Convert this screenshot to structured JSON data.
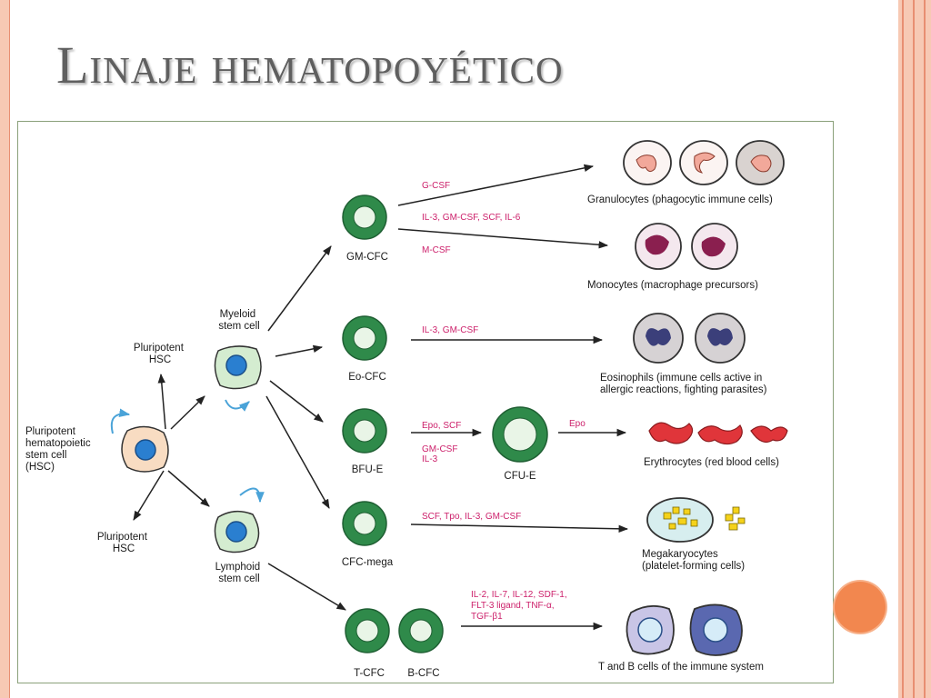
{
  "title": "Linaje hematopoyético",
  "colors": {
    "progenitor_ring": "#2f8a4a",
    "progenitor_fill": "#e9f5e7",
    "factor_text": "#cc1f6a",
    "accent_dot": "#f2874f"
  },
  "diagram": {
    "nodes": {
      "hsc": [
        "Pluripotent",
        "hematopoietic",
        "stem cell",
        "(HSC)"
      ],
      "pluri_top": [
        "Pluripotent",
        "HSC"
      ],
      "pluri_bottom": [
        "Pluripotent",
        "HSC"
      ],
      "myeloid": [
        "Myeloid",
        "stem cell"
      ],
      "lymphoid": [
        "Lymphoid",
        "stem cell"
      ],
      "gm_cfc": "GM-CFC",
      "eo_cfc": "Eo-CFC",
      "bfu_e": "BFU-E",
      "cfu_e": "CFU-E",
      "cfc_mega": "CFC-mega",
      "t_cfc": "T-CFC",
      "b_cfc": "B-CFC"
    },
    "factors": {
      "gcsf": "G-CSF",
      "gm_line": "IL-3, GM-CSF, SCF, IL-6",
      "mcsf": "M-CSF",
      "eo": "IL-3, GM-CSF",
      "bfu1": "Epo, SCF",
      "bfu2": [
        "GM-CSF",
        "IL-3"
      ],
      "epo": "Epo",
      "mega": "SCF, Tpo, IL-3, GM-CSF",
      "lymph": [
        "IL-2, IL-7, IL-12, SDF-1,",
        "FLT-3 ligand, TNF-α,",
        "TGF-β1"
      ]
    },
    "outputs": {
      "granulocytes": "Granulocytes (phagocytic immune cells)",
      "monocytes": "Monocytes (macrophage precursors)",
      "eosinophils": [
        "Eosinophils (immune cells active in",
        "allergic reactions, fighting parasites)"
      ],
      "erythrocytes": "Erythrocytes (red blood cells)",
      "megakaryocytes": [
        "Megakaryocytes",
        "(platelet-forming cells)"
      ],
      "tb_cells": "T and B cells of the immune system"
    }
  }
}
